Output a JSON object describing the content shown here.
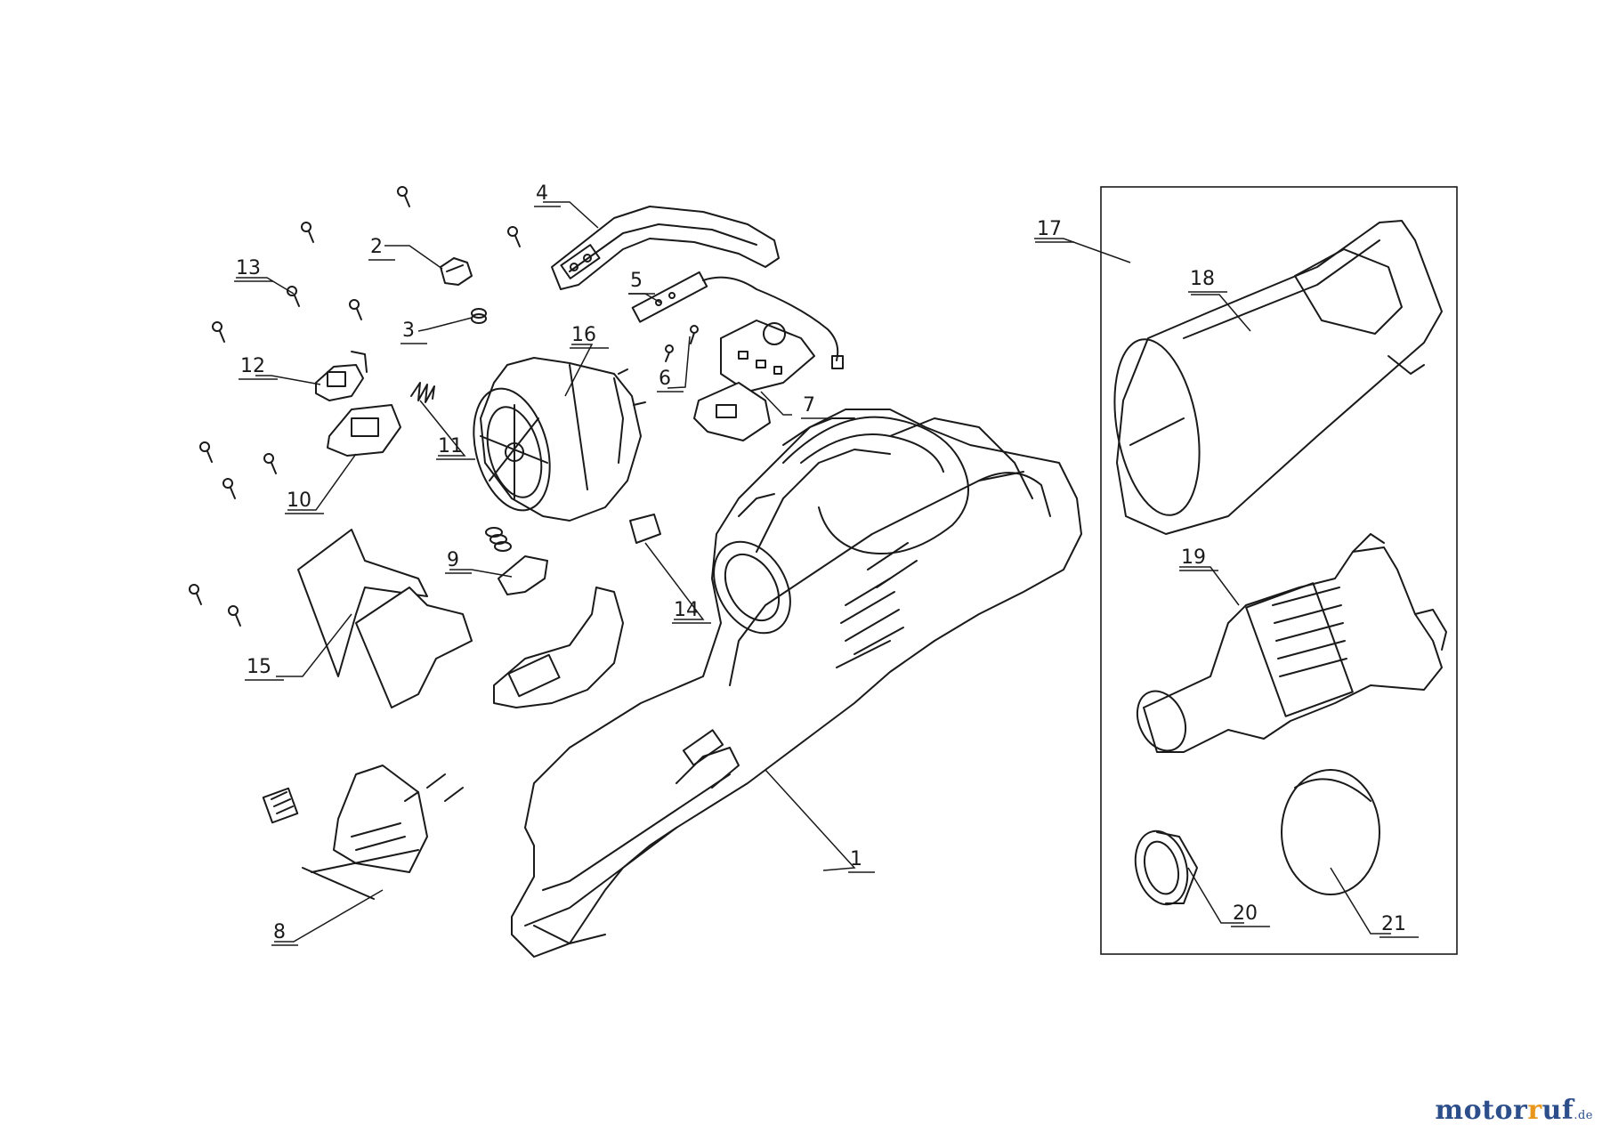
{
  "callouts": [
    {
      "id": "1",
      "label": "1"
    },
    {
      "id": "2",
      "label": "2"
    },
    {
      "id": "3",
      "label": "3"
    },
    {
      "id": "4",
      "label": "4"
    },
    {
      "id": "5",
      "label": "5"
    },
    {
      "id": "6",
      "label": "6"
    },
    {
      "id": "7",
      "label": "7"
    },
    {
      "id": "8",
      "label": "8"
    },
    {
      "id": "9",
      "label": "9"
    },
    {
      "id": "10",
      "label": "10"
    },
    {
      "id": "11",
      "label": "11"
    },
    {
      "id": "12",
      "label": "12"
    },
    {
      "id": "13",
      "label": "13"
    },
    {
      "id": "14",
      "label": "14"
    },
    {
      "id": "15",
      "label": "15"
    },
    {
      "id": "16",
      "label": "16"
    },
    {
      "id": "17",
      "label": "17"
    },
    {
      "id": "18",
      "label": "18"
    },
    {
      "id": "19",
      "label": "19"
    },
    {
      "id": "20",
      "label": "20"
    },
    {
      "id": "21",
      "label": "21"
    }
  ],
  "watermark": {
    "brand_a": "motor",
    "brand_b": "uf",
    "brand_suffix": ".de",
    "brand_r": "r"
  },
  "colors": {
    "ink": "#1a1a1a",
    "brand_blue": "#2c4f8c",
    "brand_orange": "#e8961c"
  }
}
